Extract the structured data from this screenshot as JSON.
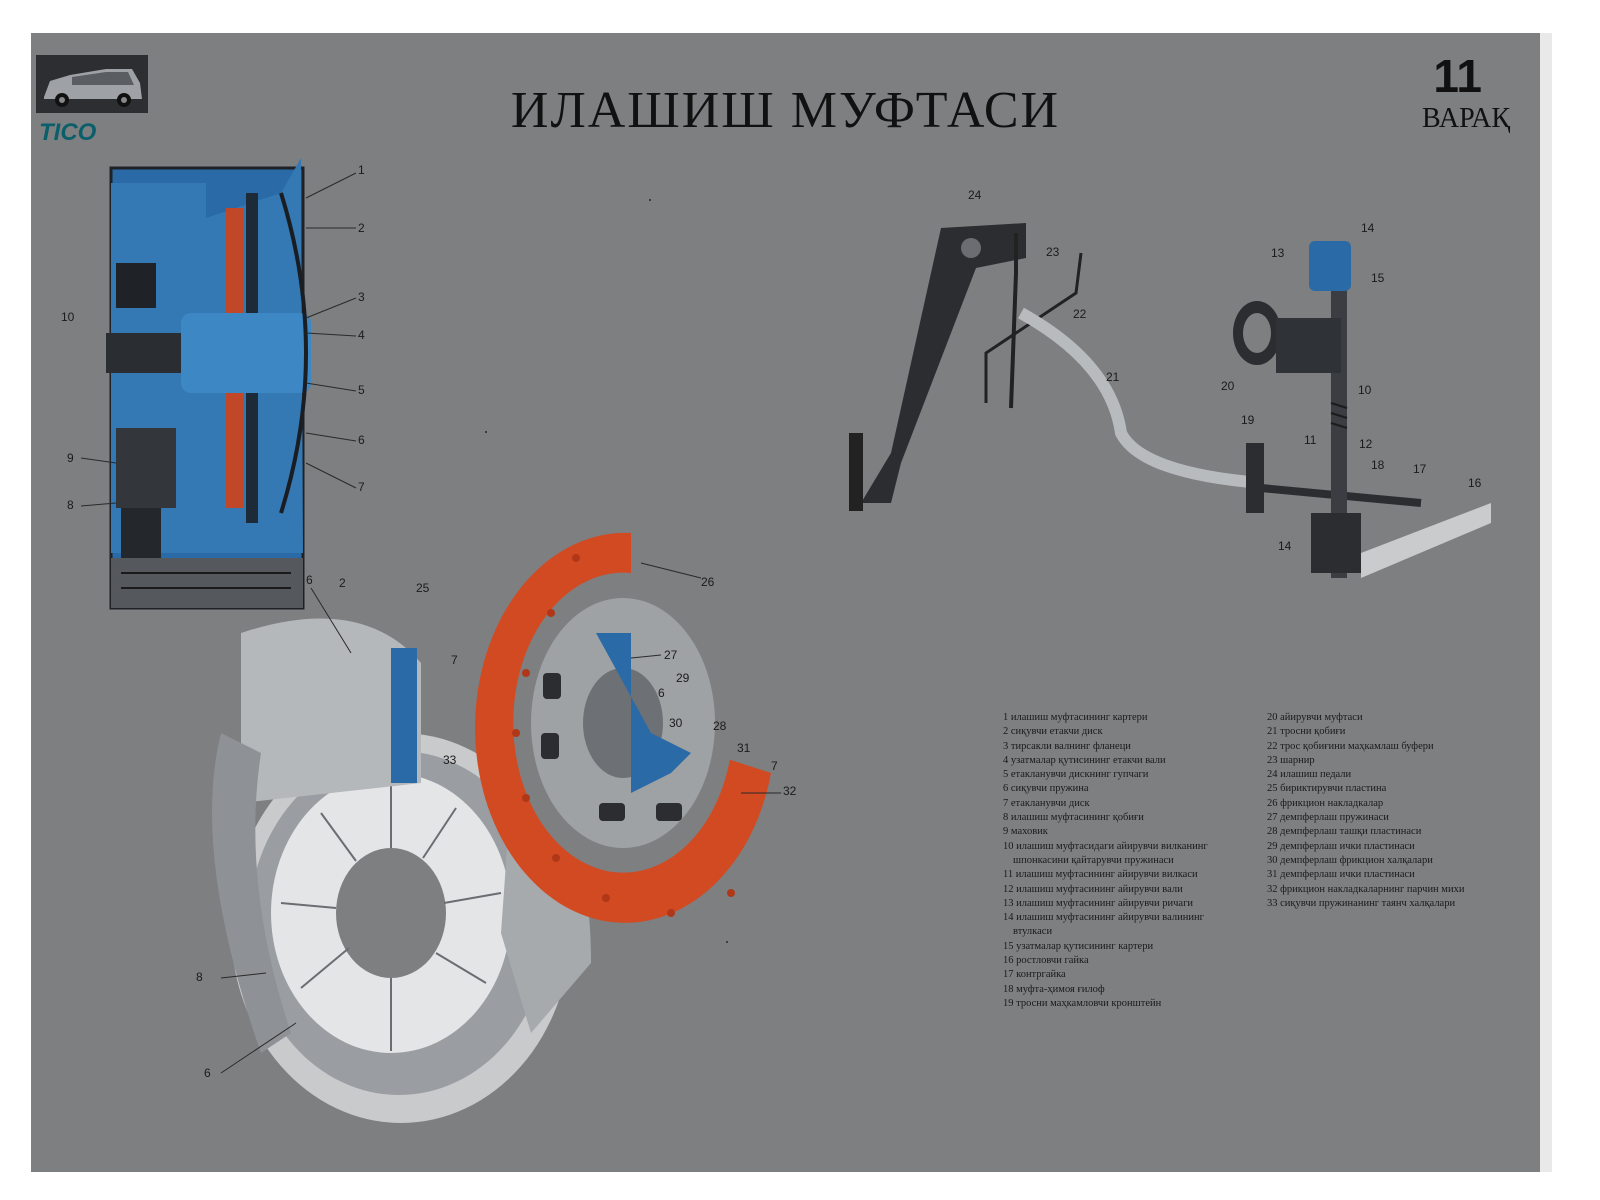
{
  "header": {
    "title": "ИЛАШИШ МУФТАСИ",
    "sheet_number": "11",
    "sheet_word": "ВАРАҚ",
    "brand": "TICO"
  },
  "callouts": {
    "section": [
      "1",
      "2",
      "3",
      "4",
      "5",
      "6",
      "7",
      "8",
      "9",
      "10"
    ],
    "exploded": [
      "6",
      "2",
      "25",
      "7",
      "33",
      "26",
      "27",
      "29",
      "6",
      "30",
      "28",
      "31",
      "7",
      "32",
      "8",
      "6"
    ],
    "pedal": [
      "24",
      "23",
      "22",
      "21",
      "20",
      "19",
      "11",
      "12",
      "18",
      "17",
      "16",
      "14",
      "13",
      "15",
      "10",
      "14"
    ]
  },
  "legend": {
    "col1": [
      "1 илашиш муфтасининг картери",
      "2 сиқувчи етакчи диск",
      "3 тирсакли валнинг фланеци",
      "4 узатмалар қутисининг етакчи вали",
      "5 етакланувчи дискнинг гупчаги",
      "6 сиқувчи пружина",
      "7 етакланувчи диск",
      "8 илашиш муфтасининг қобиғи",
      "9 маховик",
      "10 илашиш муфтасидаги айирувчи вилканинг шпонкасини қайтарувчи пружинаси",
      "11 илашиш муфтасининг айирувчи вилкаси",
      "12 илашиш муфтасининг айирувчи вали",
      "13 илашиш муфтасининг айирувчи ричаги",
      "14 илашиш муфтасининг айирувчи валининг втулкаси",
      "15 узатмалар қутисининг картери",
      "16 ростловчи гайка",
      "17 контргайка",
      "18 муфта-ҳимоя ғилоф",
      "19 тросни маҳкамловчи кронштейн"
    ],
    "col2": [
      "20 айирувчи муфтаси",
      "21 тросни қобиғи",
      "22 трос қобиғини маҳкамлаш буфери",
      "23 шарнир",
      "24 илашиш педали",
      "25 бириктирувчи пластина",
      "26 фрикцион накладкалар",
      "27 демпферлаш пружинаси",
      "28 демпферлаш ташқи пластинаси",
      "29 демпферлаш ички пластинаси",
      "30 демпферлаш фрикцион халқалари",
      "31 демпферлаш ички пластинаси",
      "32 фрикцион накладкаларнинг парчин михи",
      "33 сиқувчи пружинанинг таянч халқалари"
    ]
  },
  "colors": {
    "sheet": "#7d7f81",
    "section_blue": "#2a6aa6",
    "disc_red": "#d24a22",
    "metal": "#aeb1b4",
    "dark_part": "#2b2d30"
  }
}
